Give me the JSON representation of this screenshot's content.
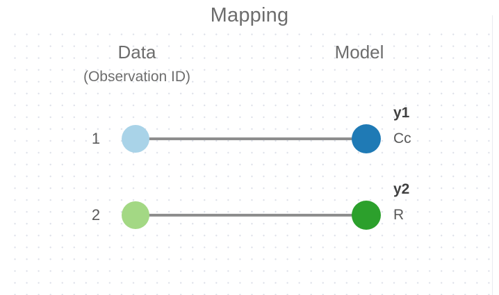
{
  "diagram": {
    "title": "Mapping",
    "columns": {
      "data": {
        "label": "Data",
        "sublabel": "(Observation ID)"
      },
      "model": {
        "label": "Model"
      }
    },
    "colors": {
      "title_text": "#6d6d6d",
      "grid_dot": "#dcdfe8",
      "link_line": "#8e8e8e",
      "data_node_1": "#a9d3e8",
      "model_node_1": "#1f7ab5",
      "data_node_2": "#a3d884",
      "model_node_2": "#2ca02c",
      "background": "#ffffff"
    },
    "rows": [
      {
        "observation_id": "1",
        "data_node_color": "#a9d3e8",
        "model_node_color": "#1f7ab5",
        "model_variable": "y1",
        "model_name": "Cc"
      },
      {
        "observation_id": "2",
        "data_node_color": "#a3d884",
        "model_node_color": "#2ca02c",
        "model_variable": "y2",
        "model_name": "R"
      }
    ]
  }
}
